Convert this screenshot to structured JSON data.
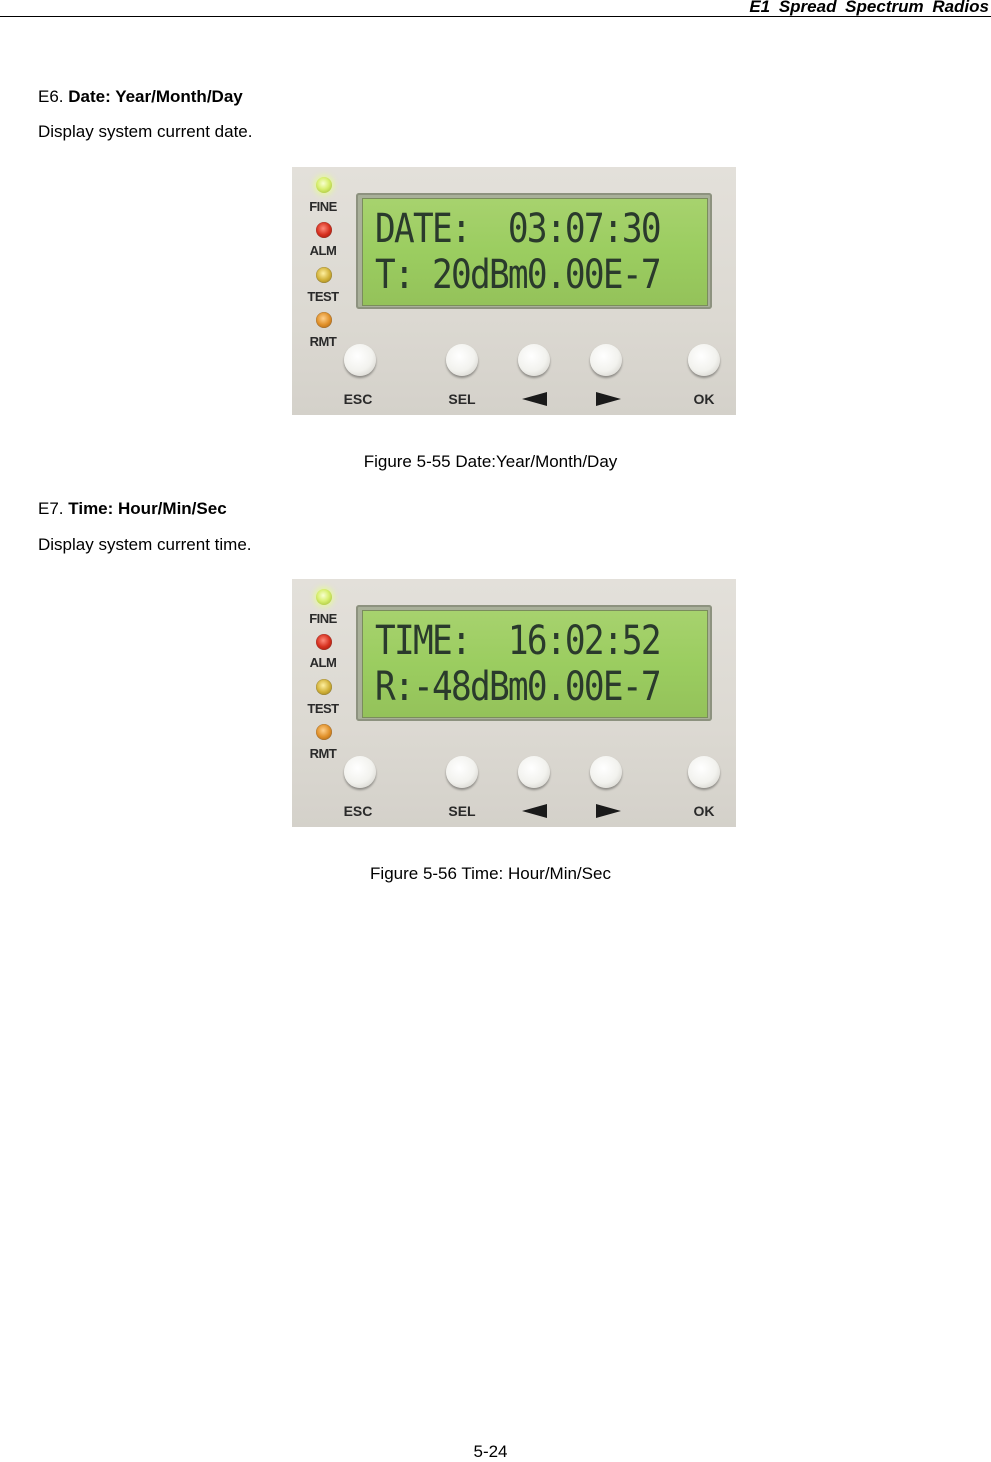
{
  "header": {
    "title": "E1 Spread Spectrum Radios"
  },
  "sections": [
    {
      "prefix": "E6.",
      "title": "Date: Year/Month/Day",
      "description": "Display system current date.",
      "figure": {
        "lcd_line_1": "DATE:  03:07:30",
        "lcd_line_2": "T: 20dBm0.00E-7",
        "caption": "Figure 5-55 Date:Year/Month/Day"
      }
    },
    {
      "prefix": "E7.",
      "title": "Time: Hour/Min/Sec",
      "description": "Display system current time.",
      "figure": {
        "lcd_line_1": "TIME:  16:02:52",
        "lcd_line_2": "R:-48dBm0.00E-7",
        "caption": "Figure 5-56 Time: Hour/Min/Sec"
      }
    }
  ],
  "device": {
    "led_labels": [
      "FINE",
      "ALM",
      "TEST",
      "RMT"
    ],
    "key_labels": {
      "esc": "ESC",
      "sel": "SEL",
      "ok": "OK"
    },
    "led_colors": {
      "fine": "#d8ef70",
      "alm": "#d6301f",
      "test": "#d2b23a",
      "rmt": "#e0902a"
    },
    "lcd_color": "#9bcd60"
  },
  "footer": {
    "page_number": "5-24"
  }
}
